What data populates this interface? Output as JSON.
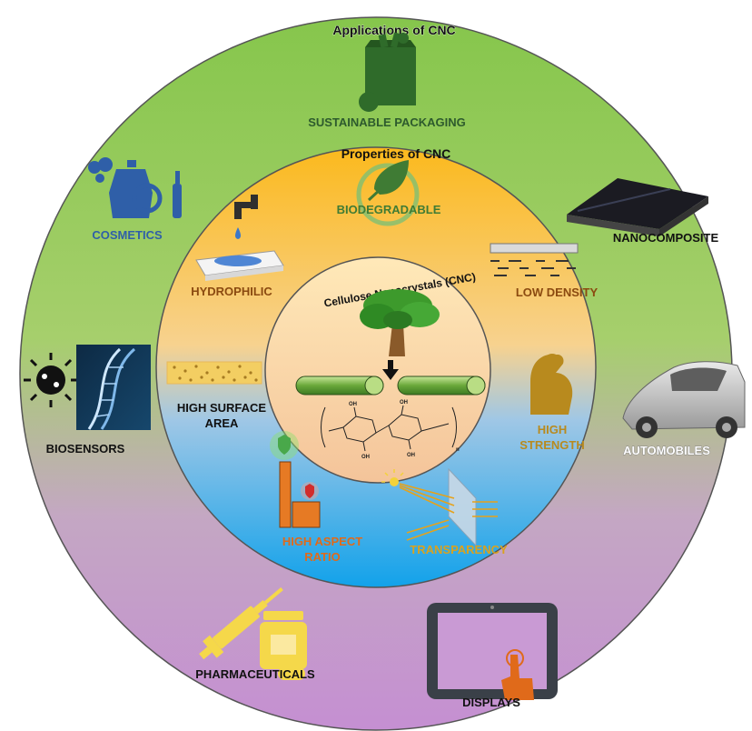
{
  "outer_title": "Applications of CNC",
  "inner_title": "Properties of CNC",
  "core_title": "Cellulose Nanocrystals (CNC)",
  "colors": {
    "outer_top": "#8cc850",
    "outer_bottom": "#c58fd0",
    "inner_top": "#fbbf22",
    "inner_bottom": "#1ea7e9",
    "core_top": "#ffe5b0",
    "core_bottom": "#f6c79b",
    "blue_text": "#2f5fa8",
    "brown_text": "#8b4a10",
    "orange_text": "#e07a1a",
    "gold_text": "#d9a21f",
    "green_text": "#2d5a2d"
  },
  "applications": {
    "packaging": {
      "label": "SUSTAINABLE PACKAGING",
      "icon": "shopping-bag-icon"
    },
    "cosmetics": {
      "label": "COSMETICS",
      "icon": "cosmetics-icon"
    },
    "nanocomposite": {
      "label": "NANOCOMPOSITE",
      "icon": "composite-sheet-icon"
    },
    "biosensors": {
      "label": "BIOSENSORS",
      "icon": "virus-dna-icon"
    },
    "automobiles": {
      "label": "AUTOMOBILES",
      "icon": "car-icon"
    },
    "pharmaceuticals": {
      "label": "PHARMACEUTICALS",
      "icon": "syringe-bottle-icon"
    },
    "displays": {
      "label": "DISPLAYS",
      "icon": "tablet-touch-icon"
    }
  },
  "properties": {
    "biodegradable": {
      "label": "BIODEGRADABLE",
      "icon": "leaf-icon"
    },
    "hydrophilic": {
      "label": "HYDROPHILIC",
      "icon": "water-tap-icon"
    },
    "low_density": {
      "label": "LOW DENSITY",
      "icon": "thin-film-icon"
    },
    "surface_area": {
      "line1": "HIGH SURFACE",
      "line2": "AREA",
      "icon": "porous-surface-icon"
    },
    "strength": {
      "line1": "HIGH",
      "line2": "STRENGTH",
      "icon": "muscle-arm-icon"
    },
    "aspect_ratio": {
      "line1": "HIGH ASPECT",
      "line2": "RATIO",
      "icon": "aspect-bars-icon"
    },
    "transparency": {
      "label": "TRANSPARENCY",
      "icon": "light-through-glass-icon"
    }
  },
  "core": {
    "tree_icon": "tree-icon",
    "arrow_icon": "arrow-down-icon",
    "rods_icon": "nanocrystal-rods-icon",
    "formula_icon": "cellulose-structure-icon",
    "formula_labels": {
      "oh": "OH",
      "n": "n"
    }
  }
}
